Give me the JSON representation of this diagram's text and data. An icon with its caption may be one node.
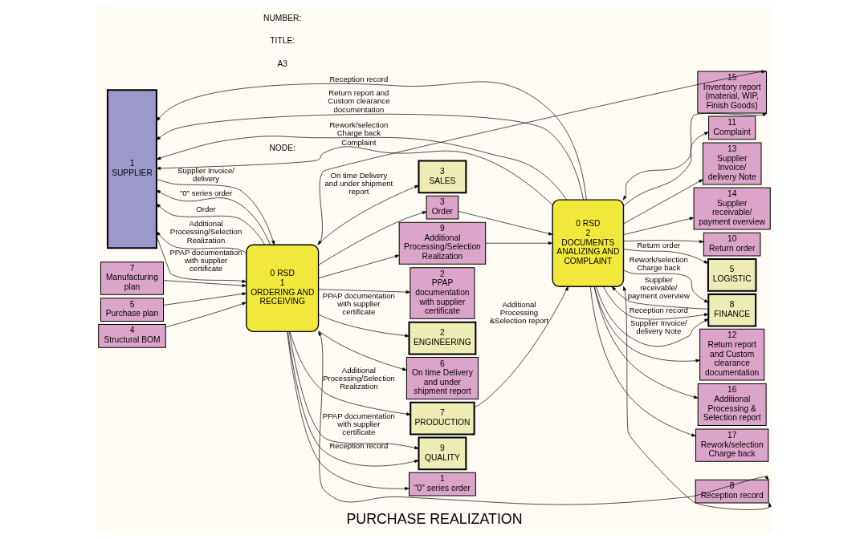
{
  "diagram": {
    "title": "PURCHASE REALIZATION",
    "nodes": [
      {
        "text": [
          "1",
          "SUPPLIER"
        ]
      },
      {
        "text": [
          "7",
          "Manufacturing plan"
        ]
      },
      {
        "text": [
          "2",
          "PPAP documentation with supplier certificate"
        ]
      },
      {
        "text": [
          "2",
          "ENGINEERING"
        ]
      },
      {
        "text": [
          "5",
          "Purchase plan"
        ]
      },
      {
        "text": [
          "6",
          "On time Delivery and under shipment report"
        ]
      },
      {
        "text": [
          "4",
          "Structural BOM"
        ]
      },
      {
        "text": [
          "1",
          "\"0\" series order"
        ]
      },
      {
        "text": [
          "3",
          "SALES"
        ]
      },
      {
        "text": [
          "10",
          "Return order"
        ]
      },
      {
        "text": [
          "5",
          "LOGISTIC"
        ]
      },
      {
        "text": [
          "0 RSD",
          "1",
          "ORDERING AND RECEIVING"
        ]
      },
      {
        "text": [
          "15",
          "Inventory report (material, WIP, Finish Goods)"
        ]
      },
      {
        "text": [
          "16",
          "Additional Processing & Selection report"
        ]
      },
      {
        "text": [
          "9",
          "QUALITY"
        ]
      },
      {
        "text": [
          "17",
          "Rework/selection Charge back"
        ]
      },
      {
        "text": [
          "8",
          "Reception record"
        ]
      },
      {
        "text": [
          "11",
          "Complaint"
        ]
      },
      {
        "text": [
          "13",
          "Supplier Invoice/ delivery Note"
        ]
      },
      {
        "text": [
          "9",
          "Additional Processing/Selection Realization"
        ]
      },
      {
        "text": [
          "0 RSD",
          "2",
          "DOCUMENTS ANALIZING AND COMPLAINT"
        ]
      },
      {
        "text": [
          "14",
          "Supplier receivable/ payment overview"
        ]
      },
      {
        "text": [
          "12",
          "Return report and Custom clearance documentation"
        ]
      },
      {
        "text": [
          "7",
          "PRODUCTION"
        ]
      },
      {
        "text": [
          "3",
          "Order"
        ]
      },
      {
        "text": [
          "8",
          "FINANCE"
        ]
      }
    ],
    "edges": [
      {
        "from": 1,
        "to": 11,
        "arrow": "to"
      },
      {
        "from": 4,
        "to": 11,
        "arrow": "to"
      },
      {
        "from": 6,
        "to": 11,
        "arrow": "to"
      },
      {
        "from": 11,
        "to": 7,
        "arrow": "to"
      },
      {
        "from": 11,
        "to": 2,
        "arrow": "to"
      },
      {
        "from": 11,
        "to": 5,
        "arrow": "to"
      },
      {
        "from": 11,
        "to": 3,
        "arrow": "to",
        "label": "PPAP documentation with supplier certificate"
      },
      {
        "from": 11,
        "to": 8,
        "arrow": "to",
        "label": "On time Delivery and under shipment report"
      },
      {
        "from": 11,
        "to": 0,
        "arrow": "to",
        "label": "\"0\" series order"
      },
      {
        "from": 0,
        "to": 11,
        "arrow": "to",
        "label": "PPAP documentation with supplier certificate"
      },
      {
        "from": 11,
        "to": 0,
        "arrow": "to",
        "label": "Order"
      },
      {
        "from": 0,
        "to": 11,
        "arrow": "to",
        "label": "Supplier Invoice/ delivery"
      },
      {
        "from": 11,
        "to": 0,
        "arrow": "to",
        "label": "Additional Processing/Selection Realization"
      },
      {
        "from": 11,
        "to": 12,
        "arrow": "both"
      },
      {
        "from": 11,
        "to": 14,
        "arrow": "to",
        "label": "Reception record"
      },
      {
        "from": 11,
        "to": 14,
        "arrow": "to",
        "label": "PPAP documentation with supplier certificate"
      },
      {
        "from": 11,
        "to": 16,
        "arrow": "both"
      },
      {
        "from": 11,
        "to": 19,
        "arrow": "to"
      },
      {
        "from": 11,
        "to": 24,
        "arrow": "to"
      },
      {
        "from": 11,
        "to": 23,
        "arrow": "to",
        "label": "Additional Processing/Selection Realization"
      },
      {
        "from": 20,
        "to": 12,
        "arrow": "both"
      },
      {
        "from": 20,
        "to": 16,
        "arrow": "both"
      },
      {
        "from": 20,
        "to": 9,
        "arrow": "to"
      },
      {
        "from": 20,
        "to": 10,
        "arrow": "to",
        "label": "Return order"
      },
      {
        "from": 20,
        "to": 13,
        "arrow": "to"
      },
      {
        "from": 20,
        "to": 15,
        "arrow": "to"
      },
      {
        "from": 20,
        "to": 18,
        "arrow": "to"
      },
      {
        "from": 20,
        "to": 17,
        "arrow": "to"
      },
      {
        "from": 19,
        "to": 20,
        "arrow": "to"
      },
      {
        "from": 20,
        "to": 21,
        "arrow": "to"
      },
      {
        "from": 20,
        "to": 22,
        "arrow": "to"
      },
      {
        "from": 23,
        "to": 20,
        "arrow": "to",
        "label": "Additional Processing &Selection report"
      },
      {
        "from": 24,
        "to": 20,
        "arrow": "to"
      },
      {
        "from": 20,
        "to": 0,
        "arrow": "to",
        "label": "Reception record"
      },
      {
        "from": 20,
        "to": 0,
        "arrow": "to",
        "label": "Complaint"
      },
      {
        "from": 20,
        "to": 0,
        "arrow": "to",
        "label": "Return report and Custom clearance documentation"
      },
      {
        "from": 20,
        "to": 0,
        "arrow": "to",
        "label": "Rework/selection Charge back"
      },
      {
        "from": 20,
        "to": 25,
        "arrow": "to",
        "label": "Reception record"
      },
      {
        "from": 20,
        "to": 25,
        "arrow": "to",
        "label": "Supplier Invoice/ delivery Note"
      },
      {
        "from": 25,
        "to": 20,
        "arrow": "to",
        "label": "Supplier receivable/ payment overview"
      },
      {
        "from": 20,
        "to": 25,
        "arrow": "to",
        "label": "Rework/selection Charge back"
      }
    ],
    "labels": [
      "NODE:",
      "A3",
      "TITLE:",
      "NUMBER:"
    ]
  }
}
